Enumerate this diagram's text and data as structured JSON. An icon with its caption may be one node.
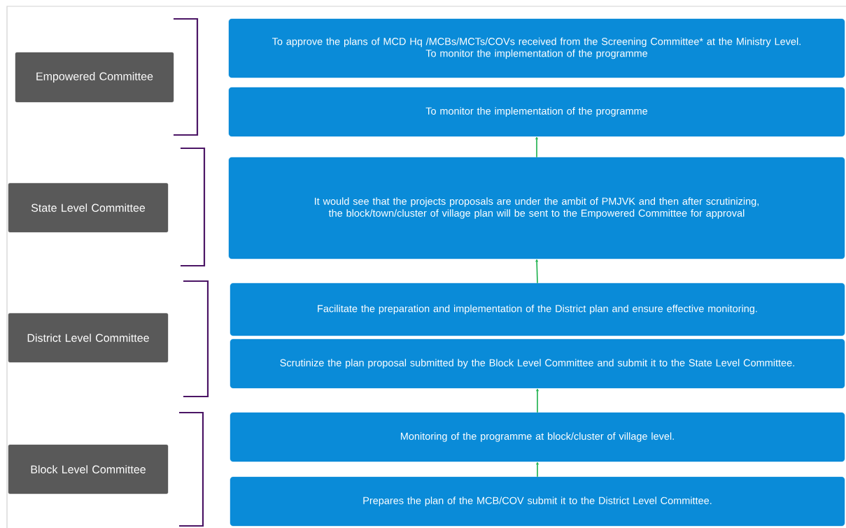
{
  "diagram": {
    "nodes": [
      {
        "text": [
          "Empowered Committee"
        ]
      },
      {
        "text": [
          "State Level Committee"
        ]
      },
      {
        "text": [
          "District Level Committee"
        ]
      },
      {
        "text": [
          "Block Level Committee"
        ]
      },
      {
        "text": [
          "To approve the plans of MCD Hq /MCBs/MCTs/COVs received from the Screening Committee* at the Ministry Level.",
          "To monitor the implementation of the programme"
        ]
      },
      {
        "text": [
          "To monitor the implementation of the programme"
        ]
      },
      {
        "text": [
          "It would see that the projects proposals are under the ambit of PMJVK and then after scrutinizing, the block/town/cluster of village plan will be sent to the Empowered Committee for approval"
        ]
      },
      {
        "text": [
          "Facilitate the preparation and implementation of the District plan and ensure effective monitoring."
        ]
      },
      {
        "text": [
          "Scrutinize the plan proposal submitted by the Block Level Committee and submit it to the State Level Committee."
        ]
      },
      {
        "text": [
          "Monitoring of the programme at block/cluster of village level."
        ]
      },
      {
        "text": [
          "Prepares the plan of the MCB/COV submit it to the District Level Committee."
        ]
      }
    ],
    "edges": [
      {
        "from": 6,
        "to": 5,
        "arrow": "to"
      },
      {
        "from": 7,
        "to": 6,
        "arrow": "to"
      },
      {
        "from": 9,
        "to": 8,
        "arrow": "to"
      },
      {
        "from": 10,
        "to": 9,
        "arrow": "to"
      }
    ]
  }
}
